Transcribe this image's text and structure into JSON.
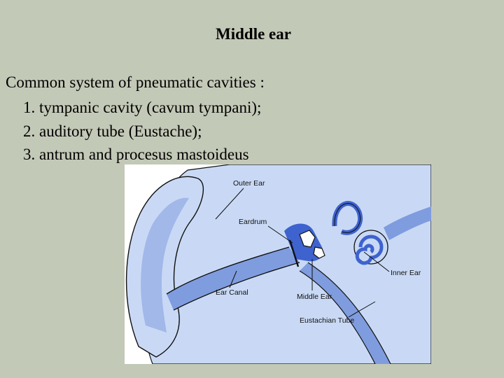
{
  "slide": {
    "title": "Middle ear",
    "intro": "Common system of pneumatic cavities :",
    "items": [
      "1. tympanic cavity (cavum tympani);",
      "2. auditory tube (Eustache);",
      "3. antrum and procesus mastoideus"
    ]
  },
  "diagram": {
    "labels": {
      "outer_ear": "Outer Ear",
      "eardrum": "Eardrum",
      "ear_canal": "Ear Canal",
      "middle_ear": "Middle Ear",
      "inner_ear": "Inner Ear",
      "eustachian_tube": "Eustachian Tube"
    },
    "colors": {
      "tissue": "#c9d9f5",
      "canal": "#7f9cdf",
      "bone": "#3e63cf",
      "outline": "#111111"
    }
  }
}
